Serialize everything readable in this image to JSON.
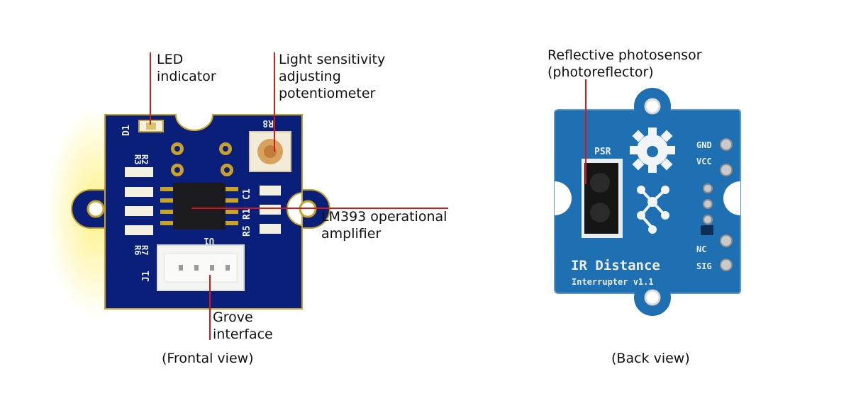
{
  "front": {
    "callouts": {
      "led": "LED\nindicator",
      "pot": "Light sensitivity\nadjusting\npotentiometer",
      "opamp": "LM393 operational\namplifier",
      "grove": "Grove\ninterface"
    },
    "silkscreen": {
      "d1": "D1",
      "r8": "R8",
      "r3": "R3",
      "r2": "R2",
      "r6": "R6",
      "r7": "R7",
      "c1": "C1",
      "r1": "R1",
      "r5": "R5",
      "u1": "U1",
      "j1": "J1"
    },
    "caption": "(Frontal view)"
  },
  "back": {
    "callouts": {
      "sensor": "Reflective photosensor\n(photoreflector)"
    },
    "silkscreen": {
      "psr": "PSR",
      "gnd": "GND",
      "vcc": "VCC",
      "nc": "NC",
      "sig": "SIG",
      "title": "IR Distance",
      "subtitle": "Interrupter v1.1"
    },
    "caption": "(Back view)"
  },
  "colors": {
    "pcb_dark": "#0a1f7a",
    "pcb_light": "#1f6fb3",
    "leader": "#d81818"
  }
}
